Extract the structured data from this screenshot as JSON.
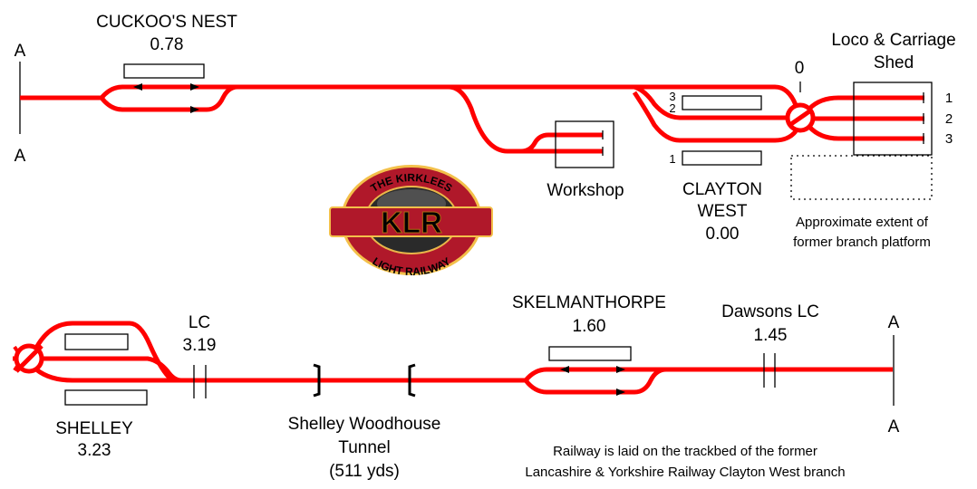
{
  "markers": {
    "a_top_upper": "A",
    "a_top_lower": "A",
    "a_bottom_upper": "A",
    "a_bottom_lower": "A"
  },
  "stations": {
    "cuckoos_nest": {
      "name": "CUCKOO'S NEST",
      "mileage": "0.78"
    },
    "clayton_west": {
      "name_line1": "CLAYTON",
      "name_line2": "WEST",
      "mileage": "0.00",
      "platform_numbers": [
        "3",
        "2",
        "1"
      ]
    },
    "skelmanthorpe": {
      "name": "SKELMANTHORPE",
      "mileage": "1.60"
    },
    "shelley": {
      "name": "SHELLEY",
      "mileage": "3.23"
    }
  },
  "turntable_top": {
    "label": "0"
  },
  "shed": {
    "title_line1": "Loco & Carriage",
    "title_line2": "Shed",
    "roads": [
      "1",
      "2",
      "3"
    ]
  },
  "workshop": {
    "label": "Workshop"
  },
  "former_platform": {
    "line1": "Approximate extent of",
    "line2": "former branch platform"
  },
  "crossings": {
    "lc": {
      "name": "LC",
      "mileage": "3.19"
    },
    "dawsons": {
      "name": "Dawsons LC",
      "mileage": "1.45"
    }
  },
  "tunnel": {
    "line1": "Shelley Woodhouse",
    "line2": "Tunnel",
    "line3": "(511 yds)"
  },
  "note": {
    "line1": "Railway is laid on the trackbed of the former",
    "line2": "Lancashire & Yorkshire Railway Clayton West branch"
  },
  "logo": {
    "top_text": "THE KIRKLEES",
    "main_text": "KLR",
    "bottom_text": "LIGHT RAILWAY"
  },
  "colors": {
    "track": "#ff0000",
    "logo_red": "#b0182a",
    "logo_gold": "#f5c84a"
  }
}
